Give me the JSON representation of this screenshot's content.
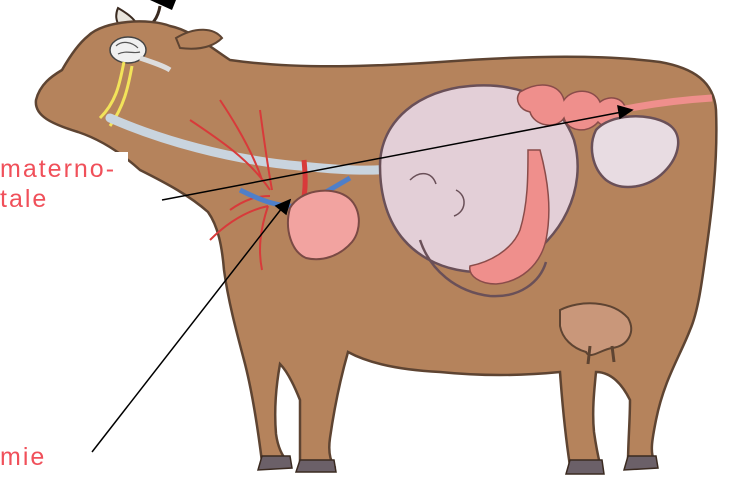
{
  "labels": {
    "top_line1": "materno-",
    "top_line2": "tale",
    "bottom": "mie"
  },
  "colors": {
    "hide": "#b5835c",
    "hide_outline": "#5e4432",
    "rumen": "#e3cfd7",
    "intestine": "#ef8f8c",
    "heart": "#f2a3a0",
    "vessel_red": "#d83a3a",
    "vessel_blue": "#4f7fc9",
    "trachea": "#c9d4de",
    "nerve": "#f2e35a",
    "label": "#f0505a"
  },
  "icons": [
    "cow-illustration",
    "brain-icon",
    "heart-icon"
  ]
}
